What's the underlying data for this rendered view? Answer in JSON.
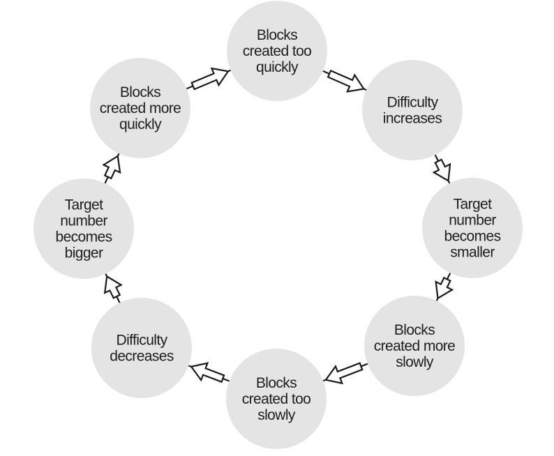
{
  "diagram": {
    "nodes": [
      {
        "id": "blocks-too-quick",
        "lines": [
          "Blocks",
          "created too",
          "quickly"
        ]
      },
      {
        "id": "difficulty-increases",
        "lines": [
          "Difficulty",
          "increases"
        ]
      },
      {
        "id": "target-smaller",
        "lines": [
          "Target",
          "number",
          "becomes",
          "smaller"
        ]
      },
      {
        "id": "blocks-more-slowly",
        "lines": [
          "Blocks",
          "created more",
          "slowly"
        ]
      },
      {
        "id": "blocks-too-slowly",
        "lines": [
          "Blocks",
          "created too",
          "slowly"
        ]
      },
      {
        "id": "difficulty-decreases",
        "lines": [
          "Difficulty",
          "decreases"
        ]
      },
      {
        "id": "target-bigger",
        "lines": [
          "Target",
          "number",
          "becomes",
          "bigger"
        ]
      },
      {
        "id": "blocks-more-quickly",
        "lines": [
          "Blocks",
          "created more",
          "quickly"
        ]
      }
    ],
    "edges": [
      {
        "from": "blocks-too-quick",
        "to": "difficulty-increases"
      },
      {
        "from": "difficulty-increases",
        "to": "target-smaller"
      },
      {
        "from": "target-smaller",
        "to": "blocks-more-slowly"
      },
      {
        "from": "blocks-more-slowly",
        "to": "blocks-too-slowly"
      },
      {
        "from": "blocks-too-slowly",
        "to": "difficulty-decreases"
      },
      {
        "from": "difficulty-decreases",
        "to": "target-bigger"
      },
      {
        "from": "target-bigger",
        "to": "blocks-more-quickly"
      },
      {
        "from": "blocks-more-quickly",
        "to": "blocks-too-quick"
      }
    ],
    "colors": {
      "node_fill": "#e4e4e4",
      "text": "#1e1e1e",
      "arrow_stroke": "#1a1a1a",
      "arrow_fill": "#ffffff"
    }
  }
}
